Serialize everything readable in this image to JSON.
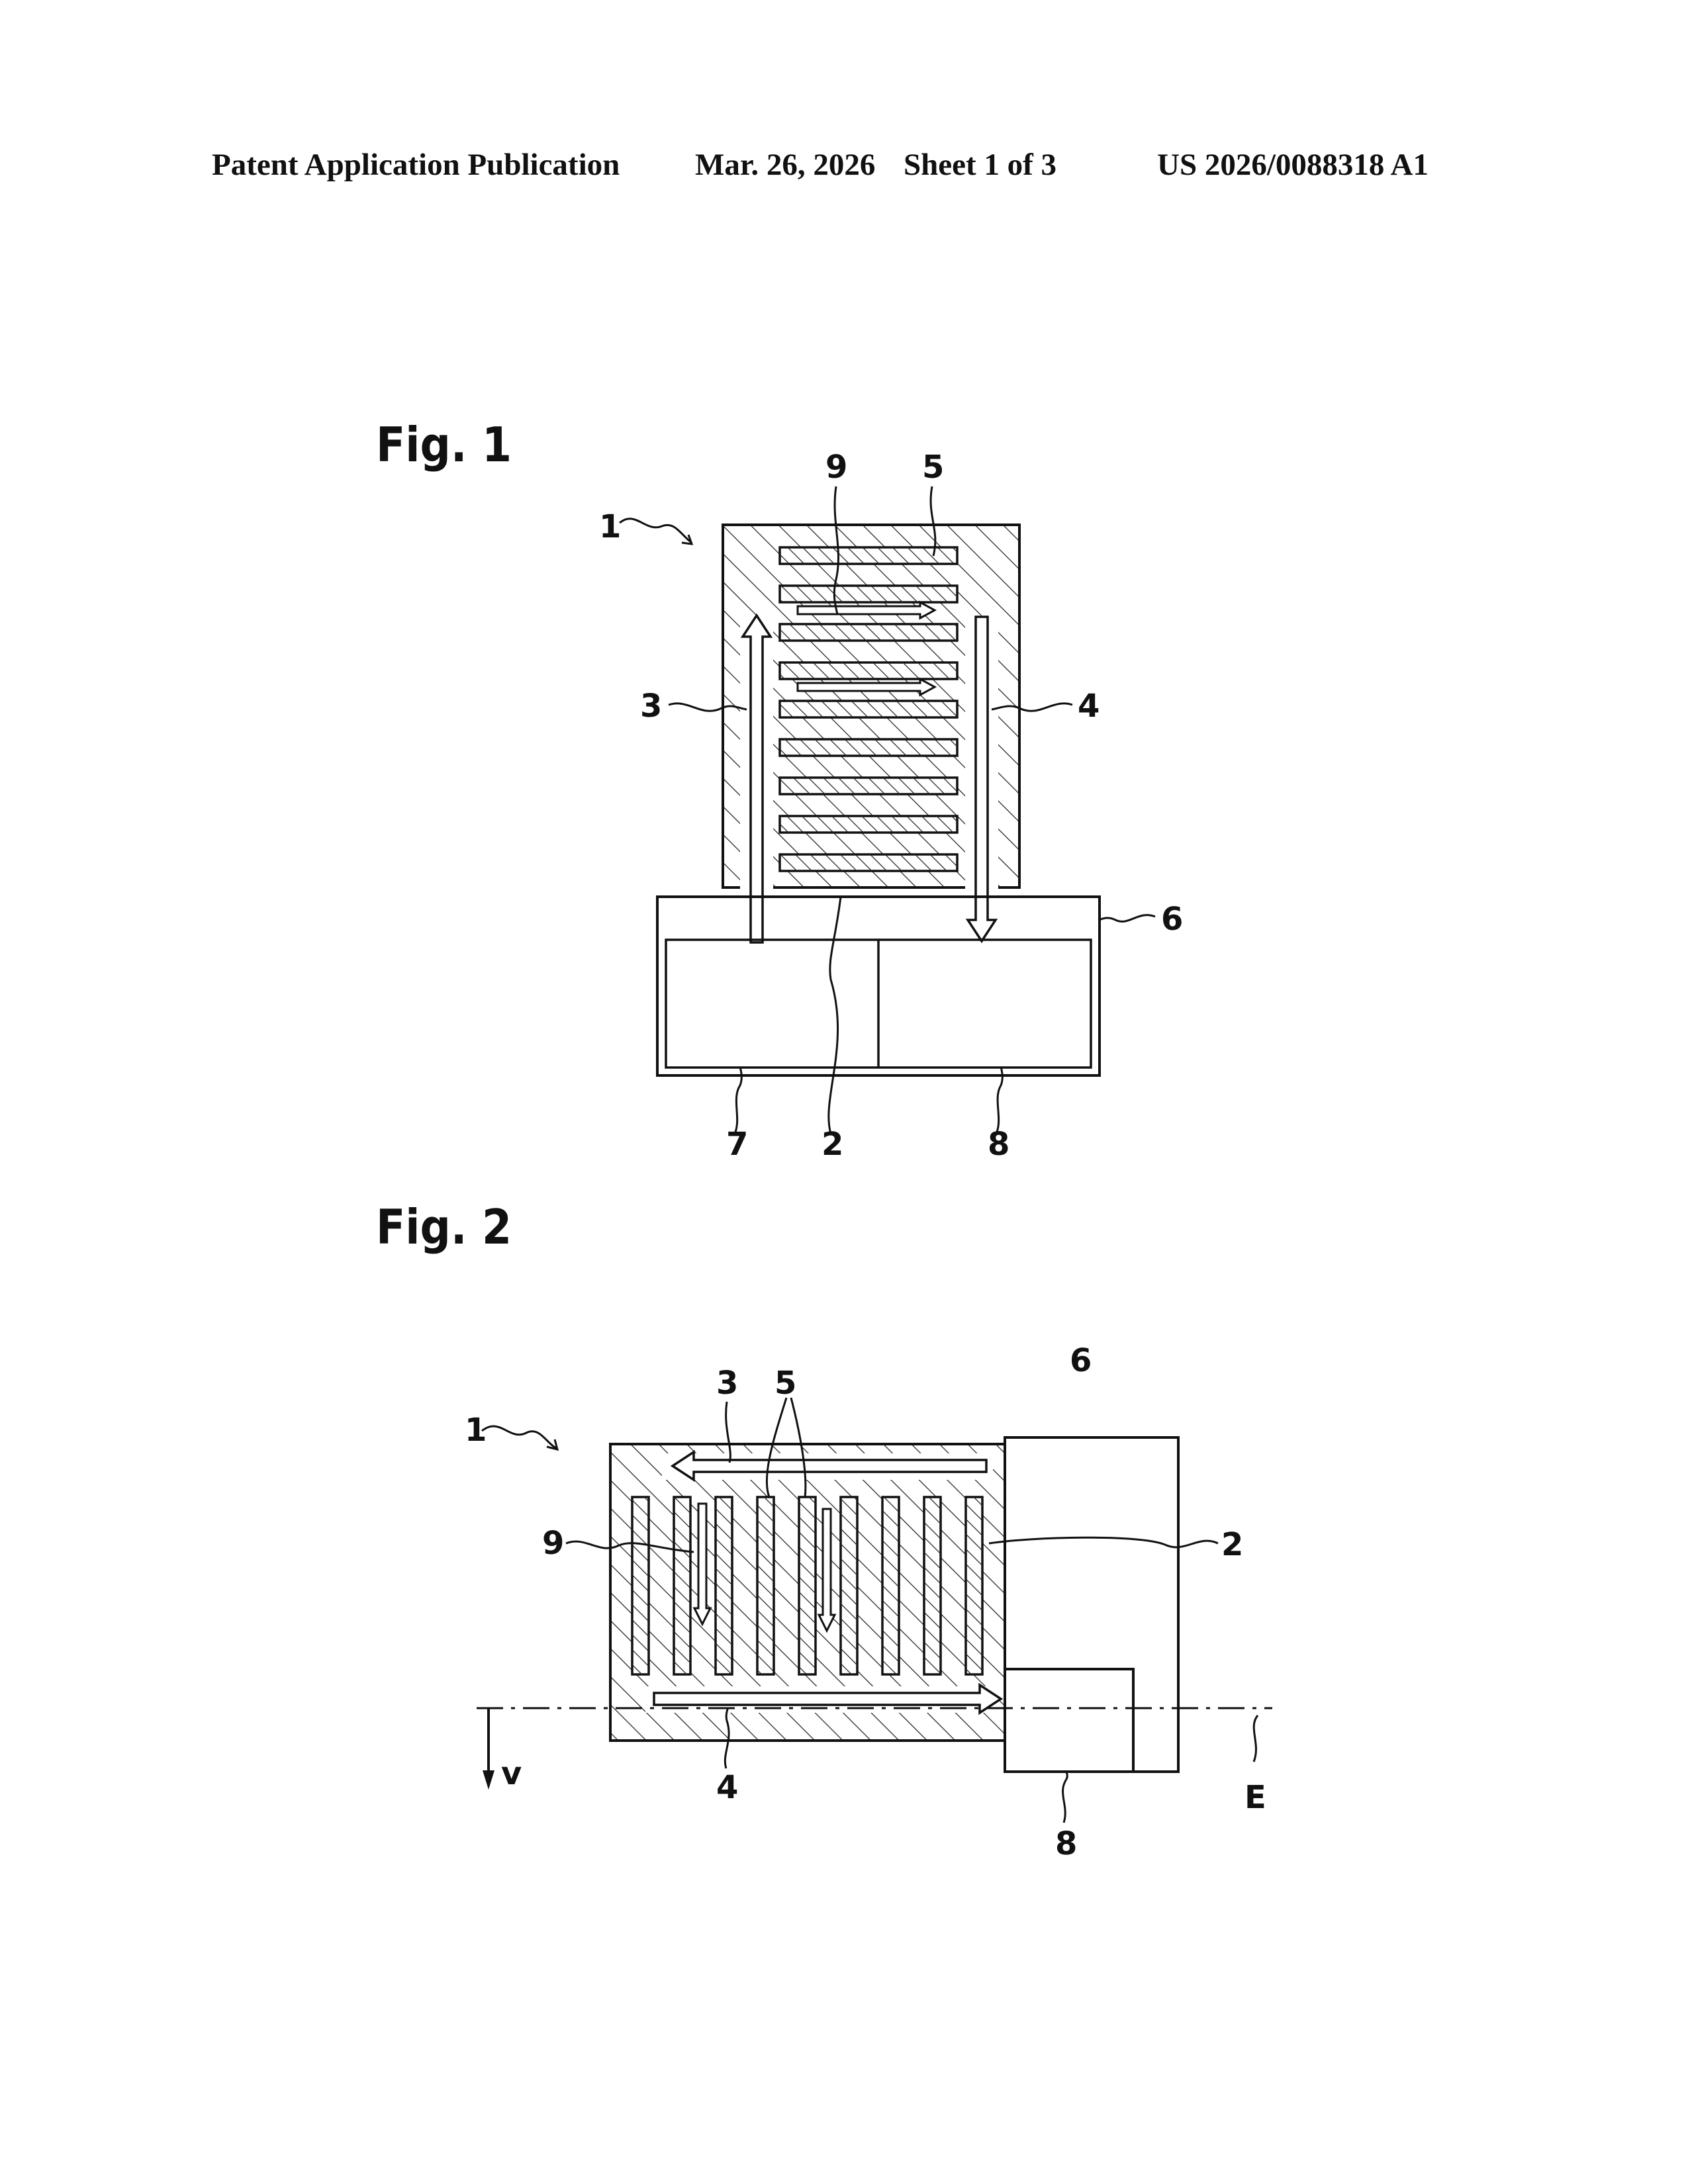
{
  "header": {
    "publication_type": "Patent Application Publication",
    "date": "Mar. 26, 2026",
    "sheet": "Sheet 1 of 3",
    "pub_number": "US 2026/0088318 A1"
  },
  "figures": [
    {
      "label": "Fig. 1",
      "refs": {
        "r1": "1",
        "r9": "9",
        "r5": "5",
        "r3": "3",
        "r4": "4",
        "r6": "6",
        "r7": "7",
        "r2": "2",
        "r8": "8"
      }
    },
    {
      "label": "Fig. 2",
      "refs": {
        "r1": "1",
        "r3": "3",
        "r5": "5",
        "r6": "6",
        "r9": "9",
        "r2": "2",
        "rv": "v",
        "r4": "4",
        "rE": "E",
        "r8": "8"
      }
    }
  ]
}
